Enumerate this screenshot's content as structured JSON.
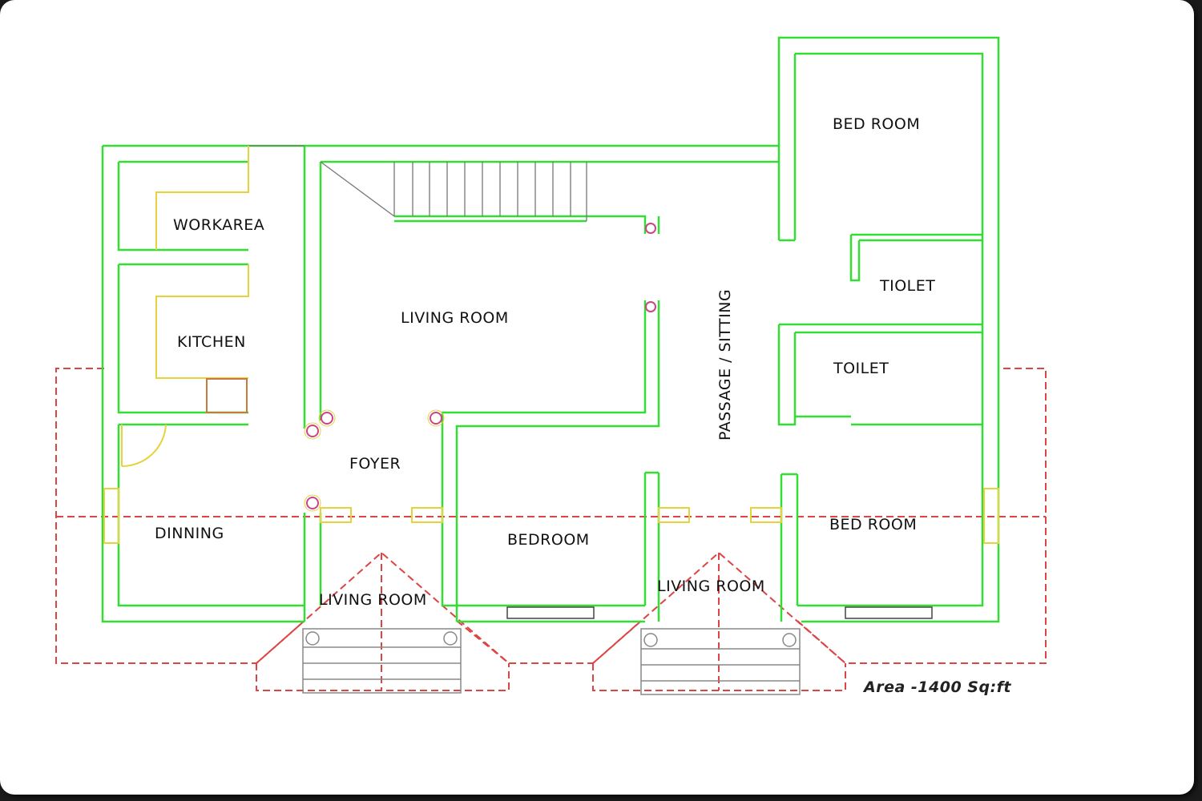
{
  "colors": {
    "wall": "#33dd33",
    "door": "#e6d23a",
    "roof": "#dd4444",
    "column": "#cc4488",
    "detail": "#777777",
    "text": "#111111"
  },
  "labels": {
    "workarea": "WORKAREA",
    "kitchen": "KITCHEN",
    "dinning": "DINNING",
    "foyer": "FOYER",
    "living_main": "LIVING ROOM",
    "bedroom_mid": "BEDROOM",
    "living_left": "LIVING ROOM",
    "living_right": "LIVING ROOM",
    "bedroom_top": "BED ROOM",
    "tiolet": "TIOLET",
    "toilet": "TOILET",
    "bedroom_bottom": "BED ROOM",
    "passage": "PASSAGE / SITTING",
    "area": "Area -1400 Sq:ft"
  }
}
